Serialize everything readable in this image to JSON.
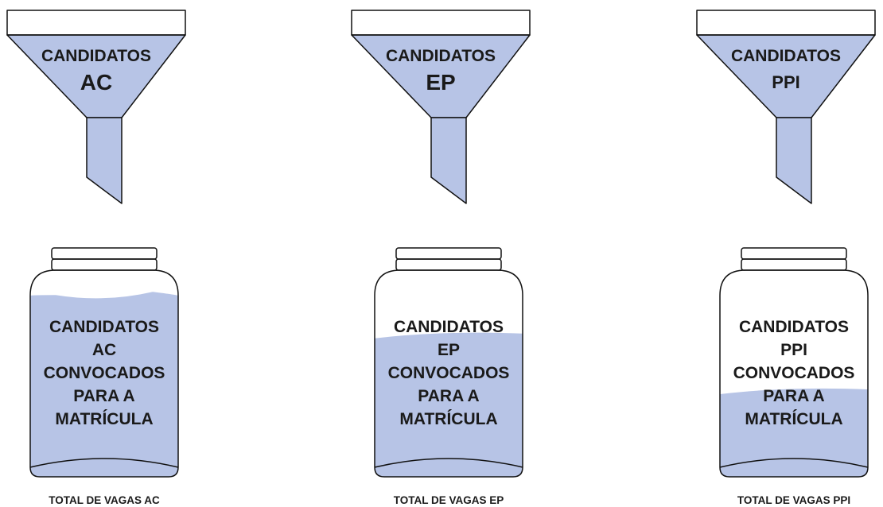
{
  "colors": {
    "fill": "#b7c4e6",
    "stroke": "#111111",
    "text": "#1a1a1a"
  },
  "units": [
    {
      "funnel_title": "CANDIDATOS",
      "funnel_code": "AC",
      "jar_lines": [
        "CANDIDATOS",
        "AC",
        "CONVOCADOS",
        "PARA A",
        "MATRÍCULA"
      ],
      "caption": "TOTAL DE VAGAS AC",
      "fill_level": 0.88
    },
    {
      "funnel_title": "CANDIDATOS",
      "funnel_code": "EP",
      "jar_lines": [
        "CANDIDATOS",
        "EP",
        "CONVOCADOS",
        "PARA A",
        "MATRÍCULA"
      ],
      "caption": "TOTAL DE VAGAS EP",
      "fill_level": 0.67
    },
    {
      "funnel_title": "CANDIDATOS",
      "funnel_code": "PPI",
      "jar_lines": [
        "CANDIDATOS",
        "PPI",
        "CONVOCADOS",
        "PARA A",
        "MATRÍCULA"
      ],
      "caption": "TOTAL DE VAGAS PPI",
      "fill_level": 0.4
    }
  ]
}
